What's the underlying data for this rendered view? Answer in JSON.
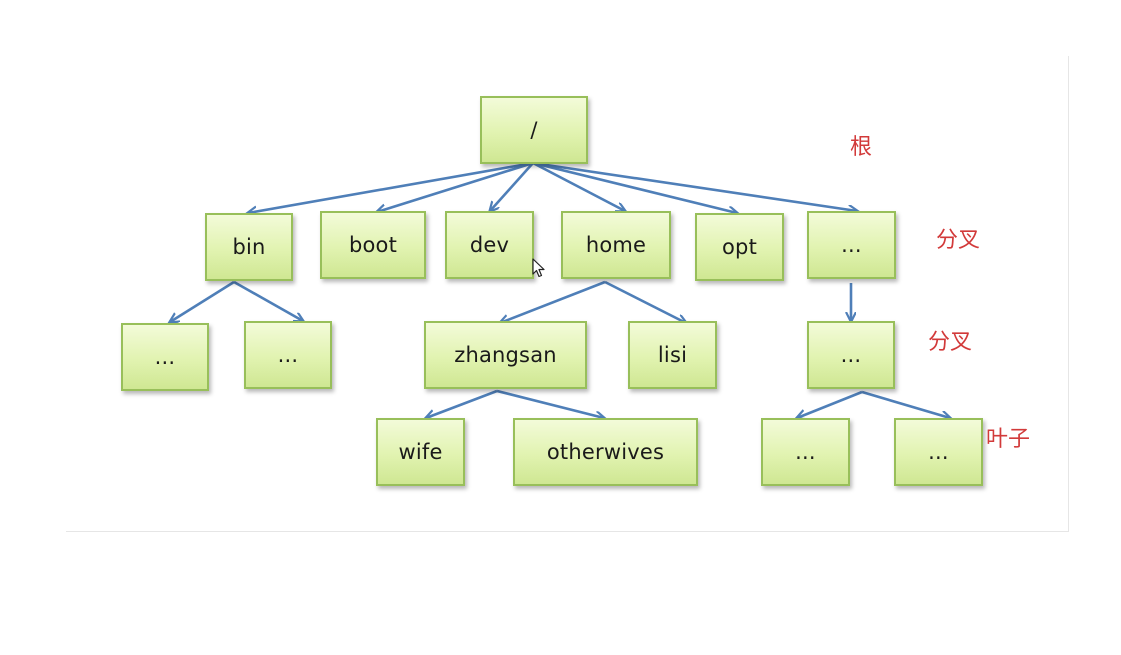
{
  "diagram": {
    "nodes": {
      "root": "/",
      "bin": "bin",
      "boot": "boot",
      "dev": "dev",
      "home": "home",
      "opt": "opt",
      "more": "...",
      "bin_child_1": "...",
      "bin_child_2": "...",
      "zhangsan": "zhangsan",
      "lisi": "lisi",
      "more_child": "...",
      "wife": "wife",
      "otherwives": "otherwives",
      "leaf_1": "...",
      "leaf_2": "..."
    },
    "annotations": {
      "root": "根",
      "branch_1": "分叉",
      "branch_2": "分叉",
      "leaf": "叶子"
    },
    "colors": {
      "node_fill": "#e1f3b0",
      "node_border": "#98bf5a",
      "arrow": "#4f7fb8",
      "annotation": "#d23a3a"
    }
  }
}
